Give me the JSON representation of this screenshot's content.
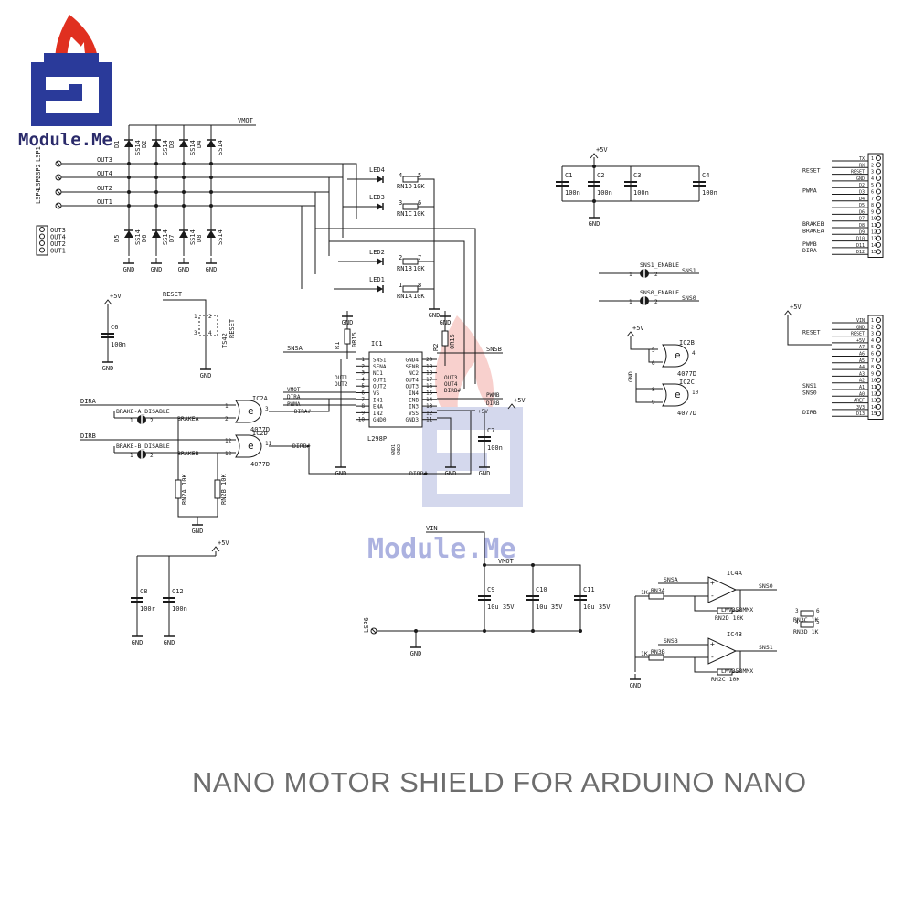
{
  "brand": {
    "name": "Module.Me",
    "colors": {
      "red": "#e03020",
      "blue": "#2a3a9a",
      "text_dark": "#2a2a6a",
      "wire": "#1a1a1a"
    }
  },
  "footer": {
    "title": "NANO MOTOR SHIELD FOR ARDUINO NANO"
  },
  "schematic": {
    "net_labels": {
      "vmot": "VMOT",
      "out1": "OUT1",
      "out2": "OUT2",
      "out3": "OUT3",
      "out4": "OUT4",
      "gnd": "GND",
      "p5v": "+5V",
      "vin": "VIN",
      "reset": "RESET",
      "dira": "DIRA",
      "dirb": "DIRB",
      "pwma": "PWMA",
      "pwmb": "PWMB",
      "brakea": "BRAKEA",
      "brakeb": "BRAKEB",
      "dira_n": "DIRA#",
      "dirb_n": "DIRB#",
      "snsa": "SNSA",
      "snsb": "SNSB",
      "sns0": "SNS0",
      "sns1": "SNS1",
      "brake_a_disable": "BRAKE-A_DISABLE",
      "brake_b_disable": "BRAKE-B_DISABLE",
      "sns0_enable": "SNS0_ENABLE",
      "sns1_enable": "SNS1_ENABLE"
    },
    "diodes": {
      "top": [
        "D1",
        "D2",
        "D3",
        "D4"
      ],
      "bottom": [
        "D5",
        "D6",
        "D7",
        "D8"
      ],
      "part": "SS14"
    },
    "connectors": {
      "lsp": [
        "LSP1",
        "LSP2",
        "LSP3",
        "LSP4"
      ],
      "lsp6": "LSP6",
      "motor_header": [
        "OUT3",
        "OUT4",
        "OUT2",
        "OUT1"
      ]
    },
    "leds": [
      {
        "name": "LED4",
        "rn": "RN1D",
        "val": "10K",
        "p1": "4",
        "p2": "5"
      },
      {
        "name": "LED3",
        "rn": "RN1C",
        "val": "10K",
        "p1": "3",
        "p2": "6"
      },
      {
        "name": "LED2",
        "rn": "RN1B",
        "val": "10K",
        "p1": "2",
        "p2": "7"
      },
      {
        "name": "LED1",
        "rn": "RN1A",
        "val": "10K",
        "p1": "1",
        "p2": "8"
      }
    ],
    "caps": {
      "c1": "C1",
      "c2": "C2",
      "c3": "C3",
      "c4": "C4",
      "c6": "C6",
      "c7": "C7",
      "c8": "C8",
      "c9": "C9",
      "c10": "C10",
      "c11": "C11",
      "c12": "C12",
      "v100n": "100n",
      "v100r": "100r",
      "v10u": "10u 35V"
    },
    "switch": {
      "name": "TS42",
      "label": "RESET",
      "pins": [
        "1",
        "2",
        "3",
        "4"
      ]
    },
    "ic1": {
      "name": "IC1",
      "part": "L298P",
      "left_pins": [
        {
          "n": "1",
          "l": "SNS1"
        },
        {
          "n": "2",
          "l": "SENA"
        },
        {
          "n": "3",
          "l": "NC1"
        },
        {
          "n": "4",
          "l": "OUT1"
        },
        {
          "n": "5",
          "l": "OUT2"
        },
        {
          "n": "6",
          "l": "VS"
        },
        {
          "n": "7",
          "l": "IN1"
        },
        {
          "n": "8",
          "l": "ENA"
        },
        {
          "n": "9",
          "l": "IN2"
        },
        {
          "n": "10",
          "l": "GND0"
        }
      ],
      "right_pins": [
        {
          "n": "20",
          "l": "GND4"
        },
        {
          "n": "19",
          "l": "SENB"
        },
        {
          "n": "18",
          "l": "NC2"
        },
        {
          "n": "17",
          "l": "OUT4"
        },
        {
          "n": "16",
          "l": "OUT3"
        },
        {
          "n": "15",
          "l": "IN4"
        },
        {
          "n": "14",
          "l": "ENB"
        },
        {
          "n": "13",
          "l": "IN3"
        },
        {
          "n": "12",
          "l": "VSS"
        },
        {
          "n": "11",
          "l": "GND3"
        }
      ],
      "bottom_pins": [
        "GND1",
        "GND2"
      ]
    },
    "resistors": {
      "r1": "R1",
      "r2": "R2",
      "r1v": "0R15",
      "r2v": "0R15",
      "rn2a": "RN2A",
      "rn2b": "RN2B",
      "rn2c": "RN2C",
      "rn2d": "RN2D",
      "rn3a": "RN3A",
      "rn3b": "RN3B",
      "rn3c": "RN3C",
      "rn3d": "RN3D",
      "v10k": "10K",
      "v1k": "1K"
    },
    "gates": {
      "ic2a": "IC2A",
      "ic2b": "IC2B",
      "ic2c": "IC2C",
      "ic2d": "IC2D",
      "part": "4077D",
      "sym": "e"
    },
    "opamps": {
      "ic4a": "IC4A",
      "ic4b": "IC4B",
      "part": "LMV358MMX"
    },
    "header_top": [
      {
        "n": "1",
        "l": "TX",
        "net": ""
      },
      {
        "n": "2",
        "l": "RX",
        "net": ""
      },
      {
        "n": "3",
        "l": "RESET",
        "net": "RESET"
      },
      {
        "n": "4",
        "l": "GND",
        "net": ""
      },
      {
        "n": "5",
        "l": "D2",
        "net": ""
      },
      {
        "n": "6",
        "l": "D3",
        "net": "PWMA"
      },
      {
        "n": "7",
        "l": "D4",
        "net": ""
      },
      {
        "n": "8",
        "l": "D5",
        "net": ""
      },
      {
        "n": "9",
        "l": "D6",
        "net": ""
      },
      {
        "n": "10",
        "l": "D7",
        "net": ""
      },
      {
        "n": "11",
        "l": "D8",
        "net": "BRAKEB"
      },
      {
        "n": "12",
        "l": "D9",
        "net": "BRAKEA"
      },
      {
        "n": "13",
        "l": "D10",
        "net": ""
      },
      {
        "n": "14",
        "l": "D11",
        "net": "PWMB"
      },
      {
        "n": "15",
        "l": "D12",
        "net": "DIRA"
      }
    ],
    "header_bottom": [
      {
        "n": "1",
        "l": "VIN",
        "net": ""
      },
      {
        "n": "2",
        "l": "GND",
        "net": ""
      },
      {
        "n": "3",
        "l": "RESET",
        "net": "RESET"
      },
      {
        "n": "4",
        "l": "+5V",
        "net": ""
      },
      {
        "n": "5",
        "l": "A7",
        "net": ""
      },
      {
        "n": "6",
        "l": "A6",
        "net": ""
      },
      {
        "n": "7",
        "l": "A5",
        "net": ""
      },
      {
        "n": "8",
        "l": "A4",
        "net": ""
      },
      {
        "n": "9",
        "l": "A3",
        "net": ""
      },
      {
        "n": "10",
        "l": "A2",
        "net": ""
      },
      {
        "n": "11",
        "l": "A1",
        "net": "SNS1"
      },
      {
        "n": "12",
        "l": "A0",
        "net": "SNS0"
      },
      {
        "n": "13",
        "l": "AREF",
        "net": ""
      },
      {
        "n": "14",
        "l": "3V3",
        "net": ""
      },
      {
        "n": "15",
        "l": "D13",
        "net": "DIRB"
      }
    ]
  }
}
